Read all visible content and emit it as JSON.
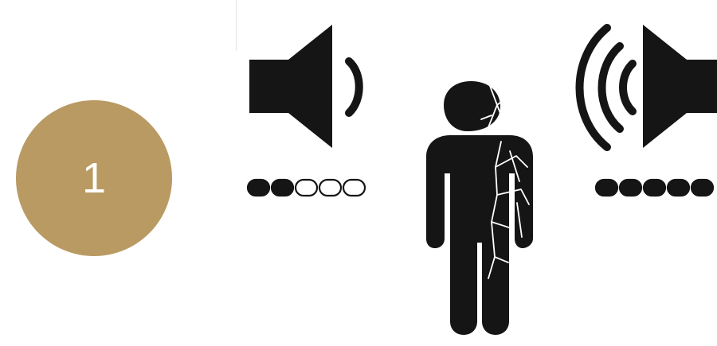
{
  "badge": {
    "number": "1",
    "color": "#b99a63"
  },
  "icons": {
    "left_speaker": "speaker-low-volume-icon",
    "right_speaker": "speaker-high-volume-icon",
    "person": "person-with-cracks-icon"
  },
  "volume_meters": {
    "left": {
      "filled": 2,
      "total": 5
    },
    "right": {
      "filled": 5,
      "total": 5
    }
  },
  "colors": {
    "ink": "#151515",
    "background": "#ffffff"
  }
}
